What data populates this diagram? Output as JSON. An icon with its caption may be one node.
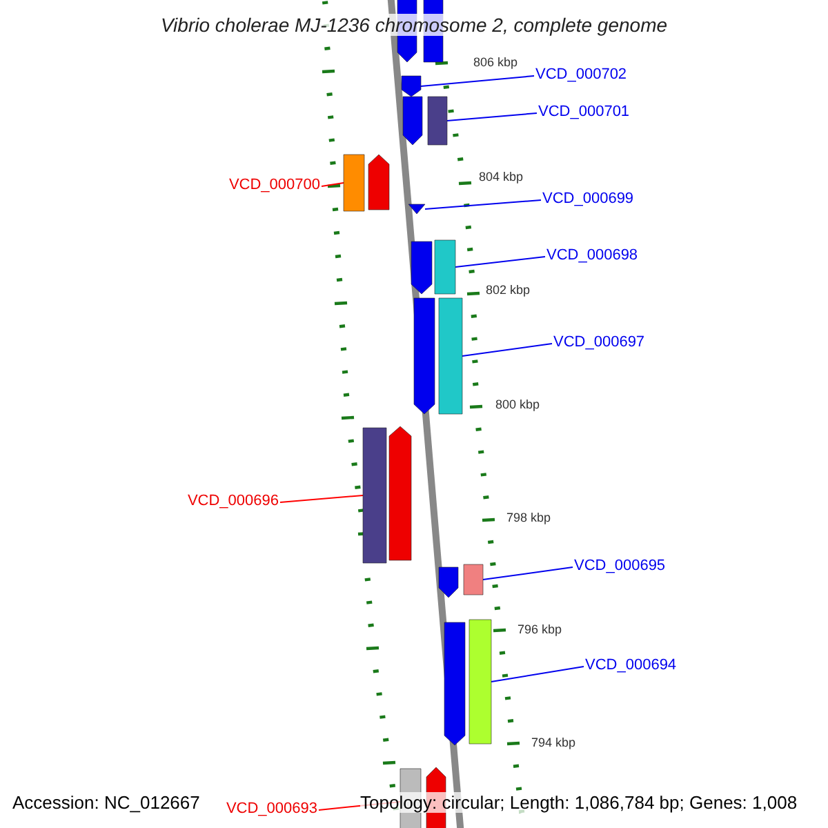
{
  "diagram": {
    "title": "Vibrio cholerae MJ-1236 chromosome 2, complete genome",
    "nodes": [
      {
        "text": [],
        "shape": "bar"
      },
      {
        "text": [],
        "shape": "bar"
      },
      {
        "text": [
          "VCD_000702"
        ]
      },
      {
        "text": [],
        "shape": "bar"
      },
      {
        "text": [
          "VCD_000701"
        ]
      },
      {
        "text": [],
        "shape": "bar"
      },
      {
        "text": [],
        "shape": "bar"
      },
      {
        "text": [
          "VCD_000700"
        ]
      },
      {
        "text": [],
        "shape": "bar"
      },
      {
        "text": [],
        "shape": "bar"
      },
      {
        "text": [
          "VCD_000699"
        ]
      },
      {
        "text": [],
        "shape": "bar"
      },
      {
        "text": [
          "VCD_000698"
        ]
      },
      {
        "text": [],
        "shape": "bar"
      },
      {
        "text": [],
        "shape": "bar"
      },
      {
        "text": [
          "VCD_000697"
        ]
      },
      {
        "text": [],
        "shape": "bar"
      },
      {
        "text": [],
        "shape": "bar"
      },
      {
        "text": [
          "VCD_000696"
        ]
      },
      {
        "text": [],
        "shape": "bar"
      },
      {
        "text": [],
        "shape": "bar"
      },
      {
        "text": [
          "VCD_000695"
        ]
      },
      {
        "text": [],
        "shape": "bar"
      },
      {
        "text": [],
        "shape": "bar"
      },
      {
        "text": [
          "VCD_000694"
        ]
      },
      {
        "text": [],
        "shape": "bar"
      },
      {
        "text": [],
        "shape": "bar"
      },
      {
        "text": [
          "VCD_000693"
        ]
      },
      {
        "text": [],
        "shape": "bar"
      },
      {
        "text": [],
        "shape": "bar"
      }
    ],
    "edges": [
      {
        "from": 2,
        "to": 3,
        "arrow": "none"
      },
      {
        "from": 4,
        "to": 6,
        "arrow": "none"
      },
      {
        "from": 7,
        "to": 8,
        "arrow": "none",
        "color": "#ff0000"
      },
      {
        "from": 10,
        "to": 11,
        "arrow": "none"
      },
      {
        "from": 12,
        "to": 14,
        "arrow": "none"
      },
      {
        "from": 15,
        "to": 17,
        "arrow": "none"
      },
      {
        "from": 18,
        "to": 19,
        "arrow": "none",
        "color": "#ff0000"
      },
      {
        "from": 21,
        "to": 23,
        "arrow": "none"
      },
      {
        "from": 24,
        "to": 26,
        "arrow": "none"
      },
      {
        "from": 27,
        "to": 28,
        "arrow": "none",
        "color": "#ff0000"
      }
    ],
    "labels": [
      "806 kbp",
      "804 kbp",
      "802 kbp",
      "800 kbp",
      "798 kbp",
      "796 kbp",
      "794 kbp",
      "Accession: NC_012667",
      "Topology: circular; Length: 1,086,784 bp; Genes: 1,008"
    ]
  }
}
